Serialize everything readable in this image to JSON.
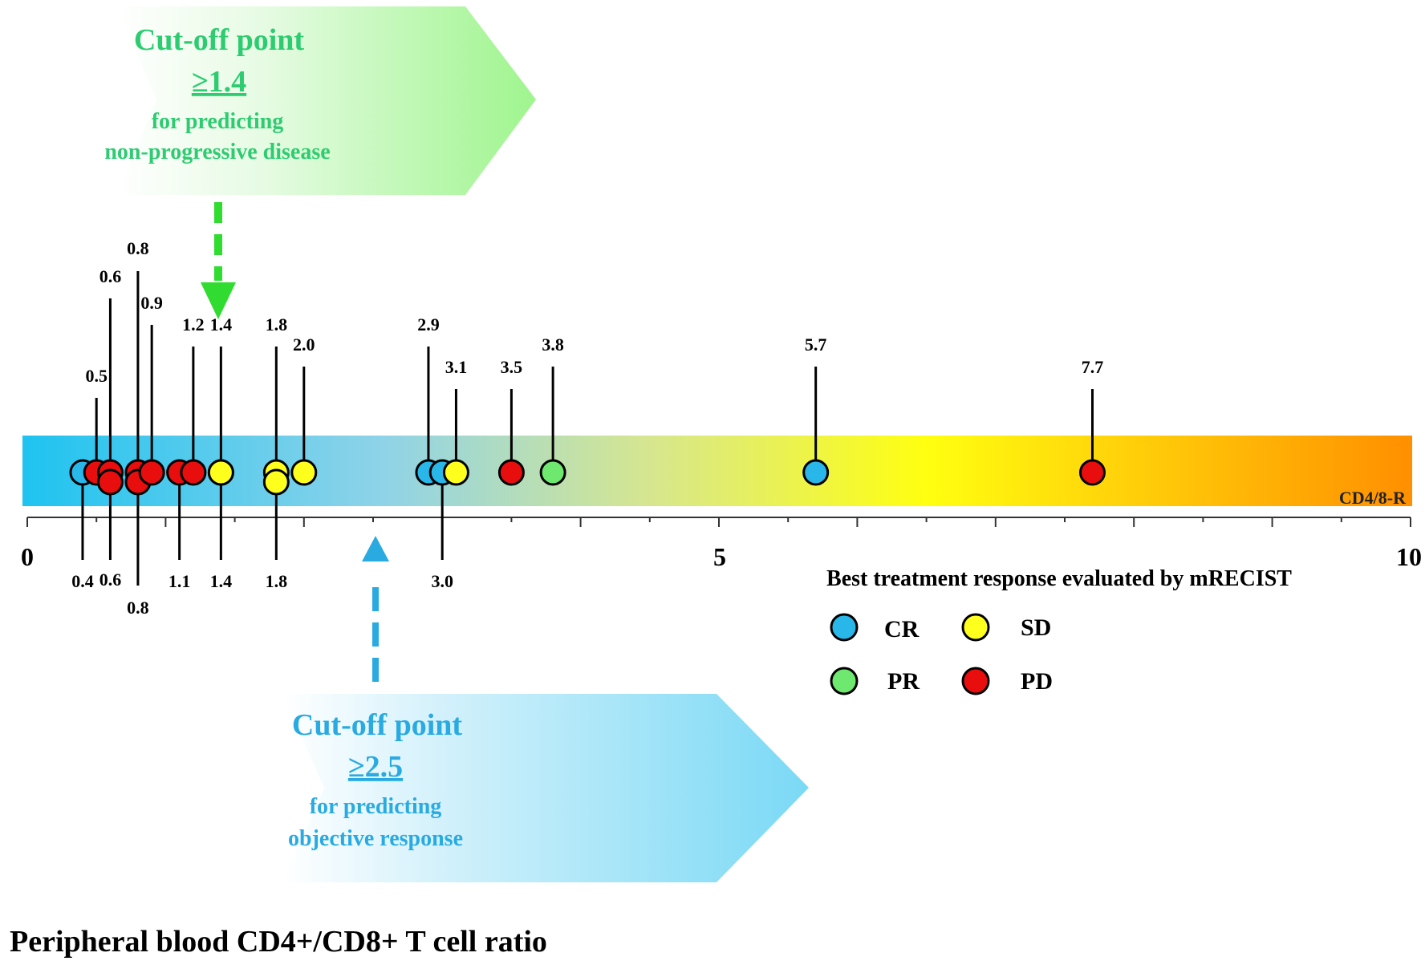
{
  "title": "Peripheral blood CD4+/CD8+ T cell ratio",
  "colors": {
    "CR": "#29b6e8",
    "PR": "#6ee86e",
    "SD": "#ffff1e",
    "PD": "#e80e0e",
    "green_text": "#2ecc71",
    "blue_text": "#29abe2"
  },
  "chart_data": {
    "type": "scatter",
    "bar_label": "CD4/8-R",
    "xlim": [
      0,
      10
    ],
    "x_tick_labels": [
      "0",
      "5",
      "10"
    ],
    "legend": {
      "title": "Best treatment response evaluated by mRECIST",
      "entries": [
        {
          "key": "CR",
          "label": "CR"
        },
        {
          "key": "SD",
          "label": "SD"
        },
        {
          "key": "PR",
          "label": "PR"
        },
        {
          "key": "PD",
          "label": "PD"
        }
      ]
    },
    "cutoffs": [
      {
        "value": 1.4,
        "color_key": "green_text",
        "heading": "Cut-off point",
        "value_label": "≥1.4",
        "line1": "for predicting",
        "line2": "non-progressive disease"
      },
      {
        "value": 2.5,
        "color_key": "blue_text",
        "heading": "Cut-off point",
        "value_label": "≥2.5",
        "line1": "for predicting",
        "line2": "objective response"
      }
    ],
    "points": [
      {
        "x": 0.4,
        "response": "CR",
        "label": "0.4",
        "pos": "below",
        "level": 0
      },
      {
        "x": 0.5,
        "response": "PD",
        "label": "0.5",
        "pos": "above",
        "level": 3
      },
      {
        "x": 0.6,
        "response": "PD",
        "label": "0.6",
        "pos": "above",
        "level": 0
      },
      {
        "x": 0.6,
        "response": "PD",
        "label": "0.6",
        "pos": "below",
        "level": 1
      },
      {
        "x": 0.8,
        "response": "PD",
        "label": "0.8",
        "pos": "above",
        "level": 1
      },
      {
        "x": 0.8,
        "response": "PD",
        "label": "0.8",
        "pos": "below",
        "level": 2
      },
      {
        "x": 0.9,
        "response": "PD",
        "label": "0.9",
        "pos": "above",
        "level": 2
      },
      {
        "x": 1.1,
        "response": "PD",
        "label": "1.1",
        "pos": "below",
        "level": 0
      },
      {
        "x": 1.2,
        "response": "PD",
        "label": "1.2",
        "pos": "above",
        "level": 4
      },
      {
        "x": 1.4,
        "response": "PD",
        "label": "1.4",
        "pos": "below",
        "level": 0
      },
      {
        "x": 1.4,
        "response": "SD",
        "label": "1.4",
        "pos": "above",
        "level": 4
      },
      {
        "x": 1.8,
        "response": "SD",
        "label": "1.8",
        "pos": "above",
        "level": 4
      },
      {
        "x": 1.8,
        "response": "SD",
        "label": "1.8",
        "pos": "below",
        "level": 0
      },
      {
        "x": 2.0,
        "response": "SD",
        "label": "2.0",
        "pos": "above",
        "level": 5
      },
      {
        "x": 2.9,
        "response": "CR",
        "label": "2.9",
        "pos": "above",
        "level": 4
      },
      {
        "x": 3.0,
        "response": "CR",
        "label": "3.0",
        "pos": "below",
        "level": 0
      },
      {
        "x": 3.1,
        "response": "SD",
        "label": "3.1",
        "pos": "above",
        "level": 6
      },
      {
        "x": 3.5,
        "response": "PD",
        "label": "3.5",
        "pos": "above",
        "level": 6
      },
      {
        "x": 3.8,
        "response": "PR",
        "label": "3.8",
        "pos": "above",
        "level": 5
      },
      {
        "x": 5.7,
        "response": "CR",
        "label": "5.7",
        "pos": "above",
        "level": 5
      },
      {
        "x": 7.7,
        "response": "PD",
        "label": "7.7",
        "pos": "above",
        "level": 6
      }
    ]
  }
}
